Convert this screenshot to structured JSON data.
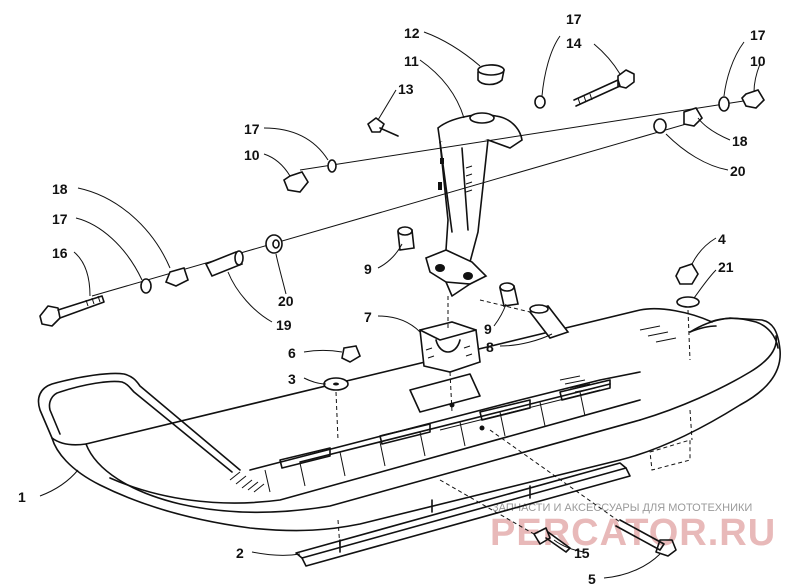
{
  "callouts": [
    {
      "id": "c1",
      "label": "1"
    },
    {
      "id": "c2",
      "label": "2"
    },
    {
      "id": "c3",
      "label": "3"
    },
    {
      "id": "c4",
      "label": "4"
    },
    {
      "id": "c5",
      "label": "5"
    },
    {
      "id": "c6",
      "label": "6"
    },
    {
      "id": "c7",
      "label": "7"
    },
    {
      "id": "c8",
      "label": "8"
    },
    {
      "id": "c9a",
      "label": "9"
    },
    {
      "id": "c9b",
      "label": "9"
    },
    {
      "id": "c10a",
      "label": "10"
    },
    {
      "id": "c10b",
      "label": "10"
    },
    {
      "id": "c11",
      "label": "11"
    },
    {
      "id": "c12",
      "label": "12"
    },
    {
      "id": "c13",
      "label": "13"
    },
    {
      "id": "c14",
      "label": "14"
    },
    {
      "id": "c15",
      "label": "15"
    },
    {
      "id": "c16",
      "label": "16"
    },
    {
      "id": "c17a",
      "label": "17"
    },
    {
      "id": "c17b",
      "label": "17"
    },
    {
      "id": "c17c",
      "label": "17"
    },
    {
      "id": "c17d",
      "label": "17"
    },
    {
      "id": "c18a",
      "label": "18"
    },
    {
      "id": "c18b",
      "label": "18"
    },
    {
      "id": "c19",
      "label": "19"
    },
    {
      "id": "c20a",
      "label": "20"
    },
    {
      "id": "c20b",
      "label": "20"
    },
    {
      "id": "c21",
      "label": "21"
    }
  ],
  "watermark": {
    "tagline": "ЗАПЧАСТИ И АКСЕССУАРЫ ДЛЯ МОТОТЕХНИКИ",
    "brand": "PERCATOR.RU"
  }
}
